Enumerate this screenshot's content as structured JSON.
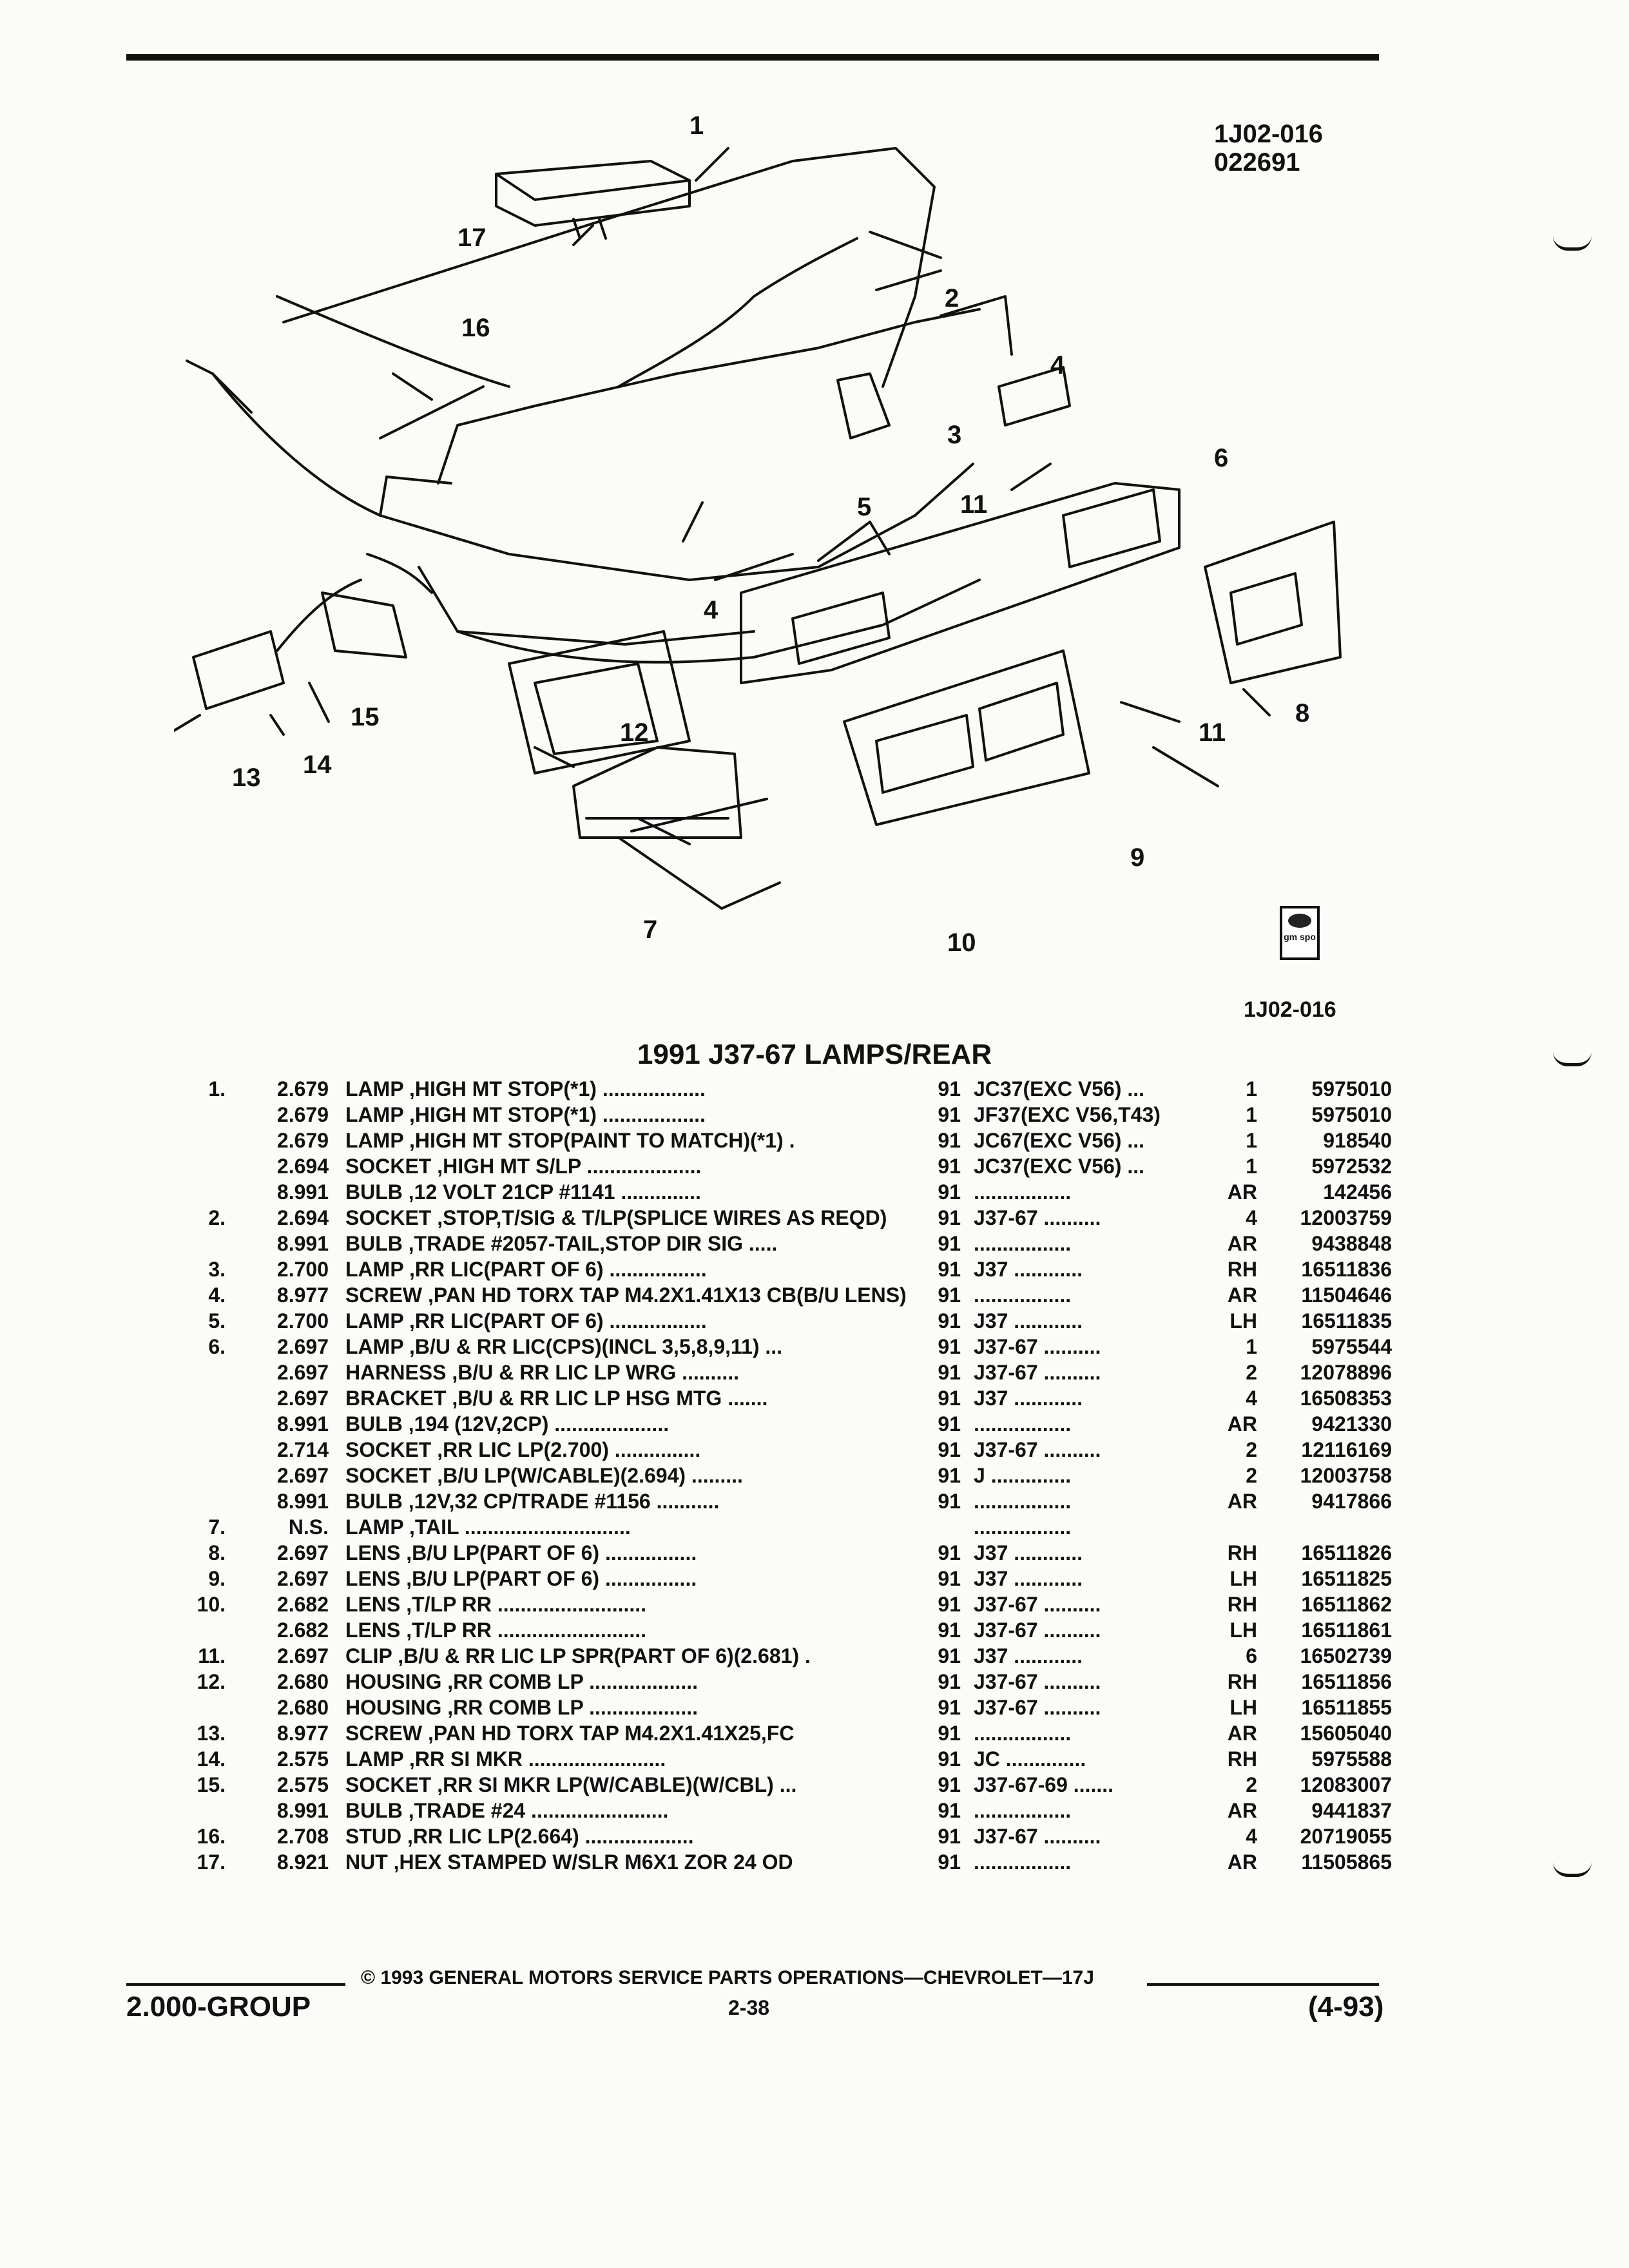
{
  "figure": {
    "code": "1J02-016",
    "date": "022691",
    "code_bottom": "1J02-016"
  },
  "callouts": [
    "1",
    "2",
    "3",
    "4",
    "4",
    "5",
    "6",
    "7",
    "8",
    "9",
    "10",
    "11",
    "11",
    "12",
    "13",
    "14",
    "15",
    "16",
    "17"
  ],
  "logo": {
    "text": "gm spo"
  },
  "title": "1991 J37-67 LAMPS/REAR",
  "parts": [
    {
      "ref": "1.",
      "group": "2.679",
      "desc": "LAMP ,HIGH MT STOP(*1) ..................",
      "year": "91",
      "app": "JC37(EXC V56) ...",
      "qty": "1",
      "pn": "5975010"
    },
    {
      "ref": "",
      "group": "2.679",
      "desc": "LAMP ,HIGH MT STOP(*1) ..................",
      "year": "91",
      "app": "JF37(EXC V56,T43)",
      "qty": "1",
      "pn": "5975010"
    },
    {
      "ref": "",
      "group": "2.679",
      "desc": "LAMP ,HIGH MT STOP(PAINT TO MATCH)(*1) .",
      "year": "91",
      "app": "JC67(EXC V56) ...",
      "qty": "1",
      "pn": "918540"
    },
    {
      "ref": "",
      "group": "2.694",
      "desc": "SOCKET ,HIGH MT S/LP ....................",
      "year": "91",
      "app": "JC37(EXC V56) ...",
      "qty": "1",
      "pn": "5972532"
    },
    {
      "ref": "",
      "group": "8.991",
      "desc": "BULB ,12 VOLT 21CP #1141 ..............",
      "year": "91",
      "app": ".................",
      "qty": "AR",
      "pn": "142456"
    },
    {
      "ref": "2.",
      "group": "2.694",
      "desc": "SOCKET ,STOP,T/SIG & T/LP(SPLICE WIRES AS REQD)",
      "year": "91",
      "app": "J37-67 ..........",
      "qty": "4",
      "pn": "12003759"
    },
    {
      "ref": "",
      "group": "8.991",
      "desc": "BULB ,TRADE #2057-TAIL,STOP DIR SIG .....",
      "year": "91",
      "app": ".................",
      "qty": "AR",
      "pn": "9438848"
    },
    {
      "ref": "3.",
      "group": "2.700",
      "desc": "LAMP ,RR LIC(PART OF 6) .................",
      "year": "91",
      "app": "J37 ............",
      "qty": "RH",
      "pn": "16511836"
    },
    {
      "ref": "4.",
      "group": "8.977",
      "desc": "SCREW ,PAN HD TORX TAP M4.2X1.41X13 CB(B/U LENS)",
      "year": "91",
      "app": ".................",
      "qty": "AR",
      "pn": "11504646"
    },
    {
      "ref": "5.",
      "group": "2.700",
      "desc": "LAMP ,RR LIC(PART OF 6) .................",
      "year": "91",
      "app": "J37 ............",
      "qty": "LH",
      "pn": "16511835"
    },
    {
      "ref": "6.",
      "group": "2.697",
      "desc": "LAMP ,B/U & RR LIC(CPS)(INCL 3,5,8,9,11) ...",
      "year": "91",
      "app": "J37-67 ..........",
      "qty": "1",
      "pn": "5975544"
    },
    {
      "ref": "",
      "group": "2.697",
      "desc": "HARNESS ,B/U & RR LIC LP WRG ..........",
      "year": "91",
      "app": "J37-67 ..........",
      "qty": "2",
      "pn": "12078896"
    },
    {
      "ref": "",
      "group": "2.697",
      "desc": "BRACKET ,B/U & RR LIC LP HSG MTG .......",
      "year": "91",
      "app": "J37 ............",
      "qty": "4",
      "pn": "16508353"
    },
    {
      "ref": "",
      "group": "8.991",
      "desc": "BULB ,194 (12V,2CP) ....................",
      "year": "91",
      "app": ".................",
      "qty": "AR",
      "pn": "9421330"
    },
    {
      "ref": "",
      "group": "2.714",
      "desc": "SOCKET ,RR LIC LP(2.700) ...............",
      "year": "91",
      "app": "J37-67 ..........",
      "qty": "2",
      "pn": "12116169"
    },
    {
      "ref": "",
      "group": "2.697",
      "desc": "SOCKET ,B/U LP(W/CABLE)(2.694) .........",
      "year": "91",
      "app": "J ..............",
      "qty": "2",
      "pn": "12003758"
    },
    {
      "ref": "",
      "group": "8.991",
      "desc": "BULB ,12V,32 CP/TRADE #1156 ...........",
      "year": "91",
      "app": ".................",
      "qty": "AR",
      "pn": "9417866"
    },
    {
      "ref": "7.",
      "group": "N.S.",
      "desc": "LAMP ,TAIL .............................",
      "year": "",
      "app": ".................",
      "qty": "",
      "pn": ""
    },
    {
      "ref": "8.",
      "group": "2.697",
      "desc": "LENS ,B/U LP(PART OF 6) ................",
      "year": "91",
      "app": "J37 ............",
      "qty": "RH",
      "pn": "16511826"
    },
    {
      "ref": "9.",
      "group": "2.697",
      "desc": "LENS ,B/U LP(PART OF 6) ................",
      "year": "91",
      "app": "J37 ............",
      "qty": "LH",
      "pn": "16511825"
    },
    {
      "ref": "10.",
      "group": "2.682",
      "desc": "LENS ,T/LP RR ..........................",
      "year": "91",
      "app": "J37-67 ..........",
      "qty": "RH",
      "pn": "16511862"
    },
    {
      "ref": "",
      "group": "2.682",
      "desc": "LENS ,T/LP RR ..........................",
      "year": "91",
      "app": "J37-67 ..........",
      "qty": "LH",
      "pn": "16511861"
    },
    {
      "ref": "11.",
      "group": "2.697",
      "desc": "CLIP ,B/U & RR LIC LP SPR(PART OF 6)(2.681) .",
      "year": "91",
      "app": "J37 ............",
      "qty": "6",
      "pn": "16502739"
    },
    {
      "ref": "12.",
      "group": "2.680",
      "desc": "HOUSING ,RR COMB LP ...................",
      "year": "91",
      "app": "J37-67 ..........",
      "qty": "RH",
      "pn": "16511856"
    },
    {
      "ref": "",
      "group": "2.680",
      "desc": "HOUSING ,RR COMB LP ...................",
      "year": "91",
      "app": "J37-67 ..........",
      "qty": "LH",
      "pn": "16511855"
    },
    {
      "ref": "13.",
      "group": "8.977",
      "desc": "SCREW ,PAN HD TORX TAP M4.2X1.41X25,FC",
      "year": "91",
      "app": ".................",
      "qty": "AR",
      "pn": "15605040"
    },
    {
      "ref": "14.",
      "group": "2.575",
      "desc": "LAMP ,RR SI MKR ........................",
      "year": "91",
      "app": "JC ..............",
      "qty": "RH",
      "pn": "5975588"
    },
    {
      "ref": "15.",
      "group": "2.575",
      "desc": "SOCKET ,RR SI MKR LP(W/CABLE)(W/CBL) ...",
      "year": "91",
      "app": "J37-67-69 .......",
      "qty": "2",
      "pn": "12083007"
    },
    {
      "ref": "",
      "group": "8.991",
      "desc": "BULB ,TRADE #24 ........................",
      "year": "91",
      "app": ".................",
      "qty": "AR",
      "pn": "9441837"
    },
    {
      "ref": "16.",
      "group": "2.708",
      "desc": "STUD ,RR LIC LP(2.664) ...................",
      "year": "91",
      "app": "J37-67 ..........",
      "qty": "4",
      "pn": "20719055"
    },
    {
      "ref": "17.",
      "group": "8.921",
      "desc": "NUT ,HEX STAMPED W/SLR M6X1 ZOR 24 OD",
      "year": "91",
      "app": ".................",
      "qty": "AR",
      "pn": "11505865"
    }
  ],
  "footer": {
    "copyright": "© 1993 GENERAL MOTORS SERVICE PARTS OPERATIONS—CHEVROLET—17J",
    "group": "2.000-GROUP",
    "page": "2-38",
    "edition": "(4-93)"
  }
}
